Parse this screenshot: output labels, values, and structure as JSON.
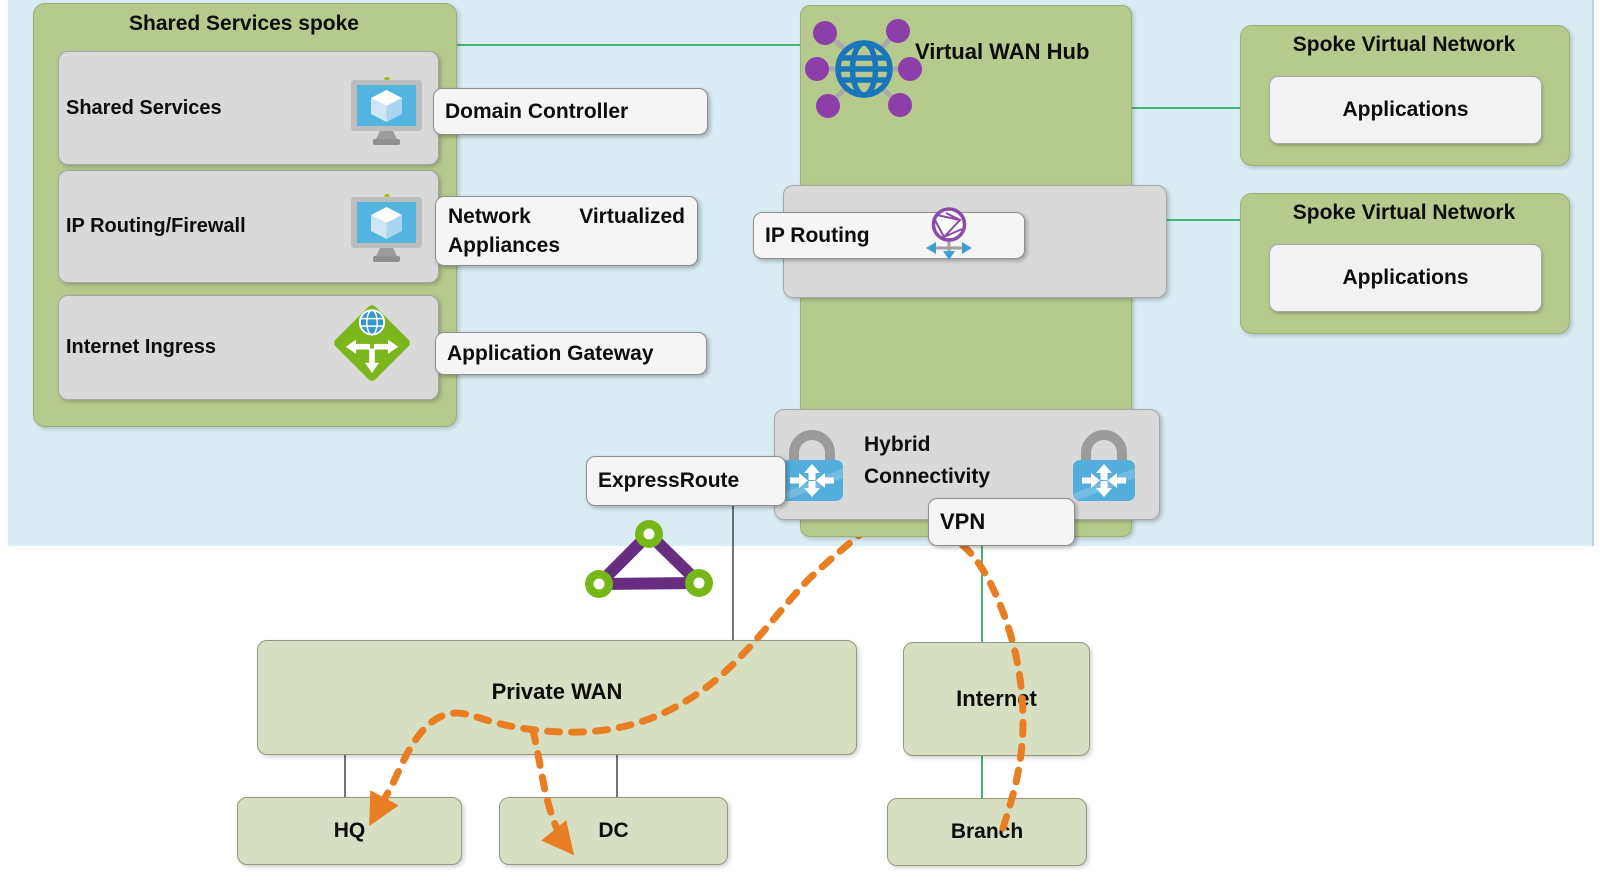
{
  "colors": {
    "region_background": "#d9ebf3",
    "container_green": "#b7ca8e",
    "node_green": "#d7dfc2",
    "gray_panel": "#d9d9d9",
    "label_background": "#f5f5f5",
    "flow_orange": "#e87d22",
    "link_green": "#2eaf64",
    "link_black": "#3a3a3a",
    "expressroute_purple": "#662d80",
    "expressroute_node_green": "#74b717",
    "hub_globe_blue": "#1b75bb",
    "hub_node_purple": "#8c3fa8",
    "vm_screen_blue": "#54b4e0",
    "gateway_green": "#7cb61d",
    "lock_body_blue": "#54aedb"
  },
  "shared_spoke": {
    "title": "Shared Services spoke",
    "rows": [
      {
        "label": "Shared Services"
      },
      {
        "label": "IP Routing/Firewall"
      },
      {
        "label": "Internet Ingress"
      }
    ]
  },
  "labels": {
    "domain_controller": "Domain Controller",
    "nva_word1": "Network",
    "nva_word2": "Virtualized",
    "nva_line2": "Appliances",
    "application_gateway": "Application Gateway",
    "ip_routing": "IP Routing",
    "expressroute": "ExpressRoute",
    "vpn": "VPN"
  },
  "hub": {
    "title": "Virtual WAN Hub",
    "hybrid_line1": "Hybrid",
    "hybrid_line2": "Connectivity"
  },
  "spoke_vnets": [
    {
      "title": "Spoke Virtual Network",
      "app": "Applications"
    },
    {
      "title": "Spoke Virtual Network",
      "app": "Applications"
    }
  ],
  "nodes": {
    "private_wan": "Private WAN",
    "internet": "Internet",
    "hq": "HQ",
    "dc": "DC",
    "branch": "Branch"
  }
}
